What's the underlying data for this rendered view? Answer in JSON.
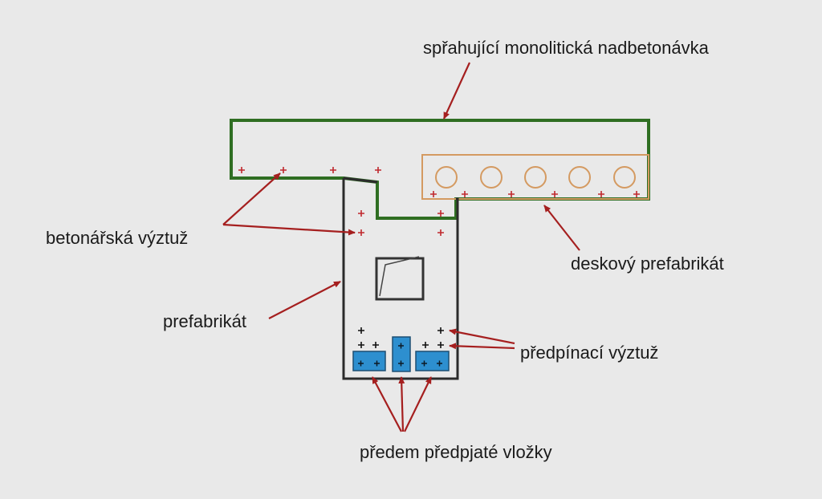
{
  "labels": {
    "composite_topping": "spřahující monolitická nadbetonávka",
    "reinforcement": "betonářská výztuž",
    "slab_prefab": "deskový prefabrikát",
    "prefab": "prefabrikát",
    "prestress_reinforcement": "předpínací výztuž",
    "pretensioned_inserts": "předem předpjaté vložky"
  },
  "colors": {
    "background": "#e9e9e9",
    "topping_outline": "#2f6e22",
    "slab_outline": "#d49a61",
    "prefab_outline": "#2b2b2b",
    "arrows": "#a51f1f",
    "rebar_red": "#c0282d",
    "rebar_dark": "#111111",
    "inserts_fill": "#2d8fcf"
  },
  "icons": {
    "rebar_marker": "plus-icon",
    "hollow_core": "circle-icon"
  }
}
